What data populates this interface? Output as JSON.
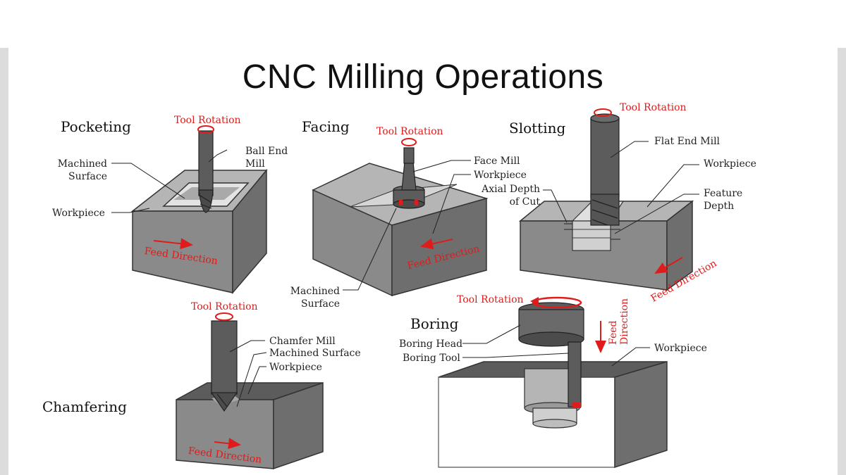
{
  "title": "CNC Milling Operations",
  "colors": {
    "accent_red": "#e01b1b",
    "block_top": "#b5b5b5",
    "block_front": "#8a8a8a",
    "block_side": "#6e6e6e",
    "tool": "#5c5c5c",
    "background": "#ffffff",
    "side_bars": "#dcdcdc"
  },
  "operations": {
    "pocketing": {
      "title": "Pocketing",
      "tool_rotation": "Tool Rotation",
      "ball_end_mill": "Ball End\nMill",
      "machined_surface": "Machined\nSurface",
      "workpiece": "Workpiece",
      "feed_direction": "Feed Direction"
    },
    "facing": {
      "title": "Facing",
      "tool_rotation": "Tool Rotation",
      "face_mill": "Face Mill",
      "workpiece": "Workpiece",
      "machined_surface": "Machined\nSurface",
      "feed_direction": "Feed Direction"
    },
    "slotting": {
      "title": "Slotting",
      "tool_rotation": "Tool Rotation",
      "flat_end_mill": "Flat End Mill",
      "workpiece": "Workpiece",
      "axial_depth": "Axial Depth\nof Cut",
      "feature_depth": "Feature\nDepth",
      "feed_direction": "Feed Direction"
    },
    "chamfering": {
      "title": "Chamfering",
      "tool_rotation": "Tool Rotation",
      "chamfer_mill": "Chamfer Mill",
      "machined_surface": "Machined Surface",
      "workpiece": "Workpiece",
      "feed_direction": "Feed Direction"
    },
    "boring": {
      "title": "Boring",
      "tool_rotation": "Tool Rotation",
      "feed_direction": "Feed\nDirection",
      "boring_head": "Boring Head",
      "boring_tool": "Boring Tool",
      "workpiece": "Workpiece"
    }
  }
}
